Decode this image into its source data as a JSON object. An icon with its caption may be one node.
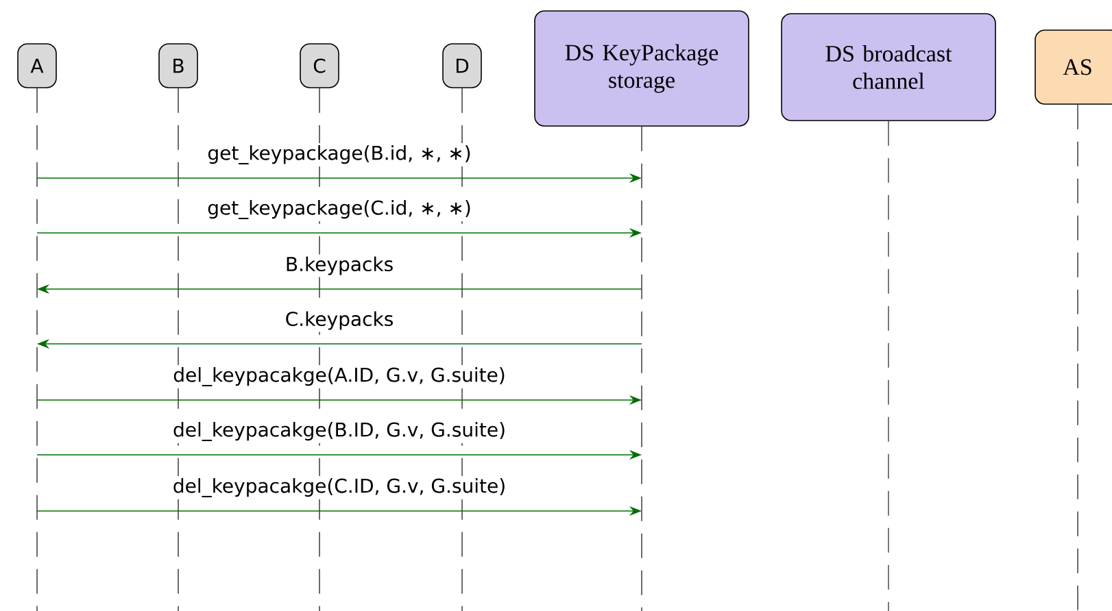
{
  "diagram": {
    "nodes": [
      {
        "text": [
          "A"
        ]
      },
      {
        "text": [
          "B"
        ]
      },
      {
        "text": [
          "C"
        ]
      },
      {
        "text": [
          "D"
        ]
      },
      {
        "text": [
          "DS KeyPackage storage"
        ]
      },
      {
        "text": [
          "DS broadcast channel"
        ]
      },
      {
        "text": [
          "AS"
        ]
      }
    ],
    "edges": [
      {
        "from": 0,
        "to": 4,
        "arrow": "to",
        "label": "get_keypackage(B.id, ∗, ∗)"
      },
      {
        "from": 0,
        "to": 4,
        "arrow": "to",
        "label": "get_keypackage(C.id, ∗, ∗)"
      },
      {
        "from": 4,
        "to": 0,
        "arrow": "to",
        "label": "B.keypacks"
      },
      {
        "from": 4,
        "to": 0,
        "arrow": "to",
        "label": "C.keypacks"
      },
      {
        "from": 0,
        "to": 4,
        "arrow": "to",
        "label": "del_keypacakge(A.ID, G.v, G.suite)"
      },
      {
        "from": 0,
        "to": 4,
        "arrow": "to",
        "label": "del_keypacakge(B.ID, G.v, G.suite)"
      },
      {
        "from": 0,
        "to": 4,
        "arrow": "to",
        "label": "del_keypacakge(C.ID, G.v, G.suite)"
      }
    ]
  }
}
